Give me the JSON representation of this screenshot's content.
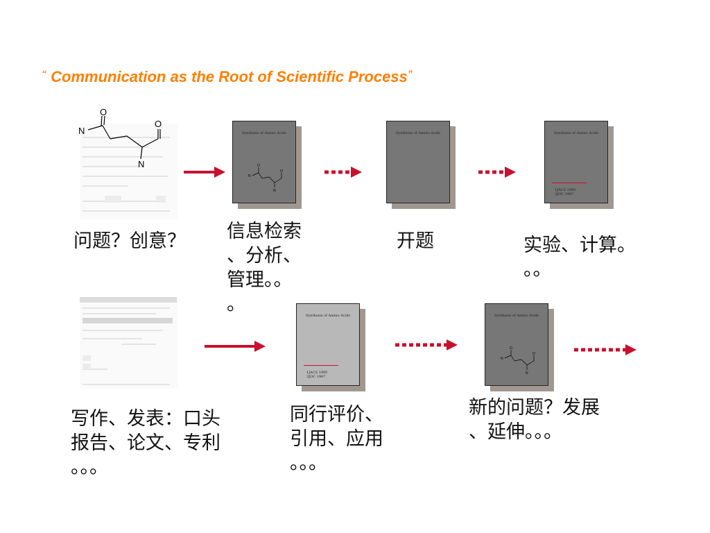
{
  "title": {
    "text": "Communication as the Root of Scientific Process",
    "open_quote": "“",
    "close_quote": "”"
  },
  "molecule_atoms": {
    "n1": "N",
    "o1": "O",
    "o2": "O",
    "n2": "N"
  },
  "document": {
    "title": "Synthesis of Amino Acids",
    "ref1": "1JACS 1995",
    "ref2": "2JOC 1987"
  },
  "labels": {
    "question_idea": "问题？创意？",
    "info_retrieval": [
      "信息检索",
      "、分析、",
      "管理。。",
      "。"
    ],
    "proposal": "开题",
    "experiment": [
      "实验、计算。",
      "。。"
    ],
    "writing": [
      "写作、发表：口头",
      "报告、论文、专利",
      "。。。"
    ],
    "peer_review": [
      "同行评价、",
      "引用、应用",
      "。。。"
    ],
    "new_question": [
      "新的问题？发展",
      "、延伸。。。"
    ]
  },
  "colors": {
    "accent": "#ff7f00",
    "arrow": "#c8102e",
    "doc_dark": "#777777",
    "doc_light": "#b8b8b8"
  }
}
